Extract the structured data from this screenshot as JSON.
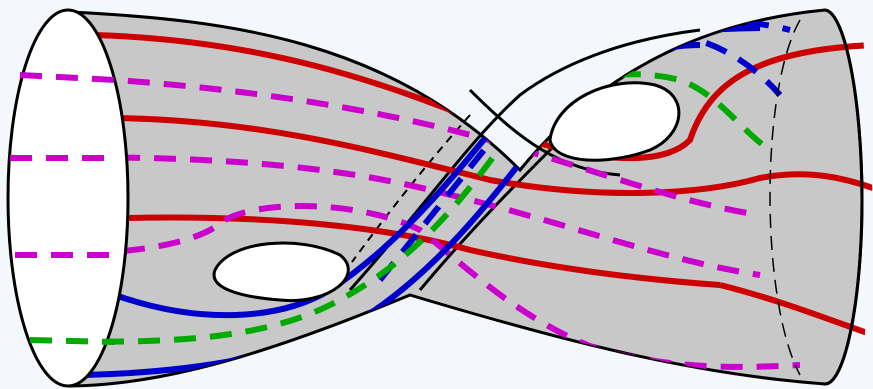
{
  "figure": {
    "type": "cobordism-surface-diagram",
    "components": [
      "left-boundary-circle",
      "right-boundary-circle",
      "hole-lower-left",
      "hole-upper-right"
    ]
  },
  "colors": {
    "background": "#f4f8fc",
    "surface_fill": "#c8c8c8",
    "outline": "#000000",
    "circle_fill": "#ffffff",
    "red_curve": "#cc0000",
    "magenta_curve": "#cc00cc",
    "blue_curve": "#0000cc",
    "green_curve": "#00aa00"
  },
  "curve_families": [
    {
      "name": "red",
      "style": "solid",
      "count": 5
    },
    {
      "name": "magenta",
      "style": "dashed",
      "count": 5
    },
    {
      "name": "blue",
      "style": "solid-and-dashed",
      "count": 3
    },
    {
      "name": "green",
      "style": "dashed",
      "count": 1
    }
  ]
}
